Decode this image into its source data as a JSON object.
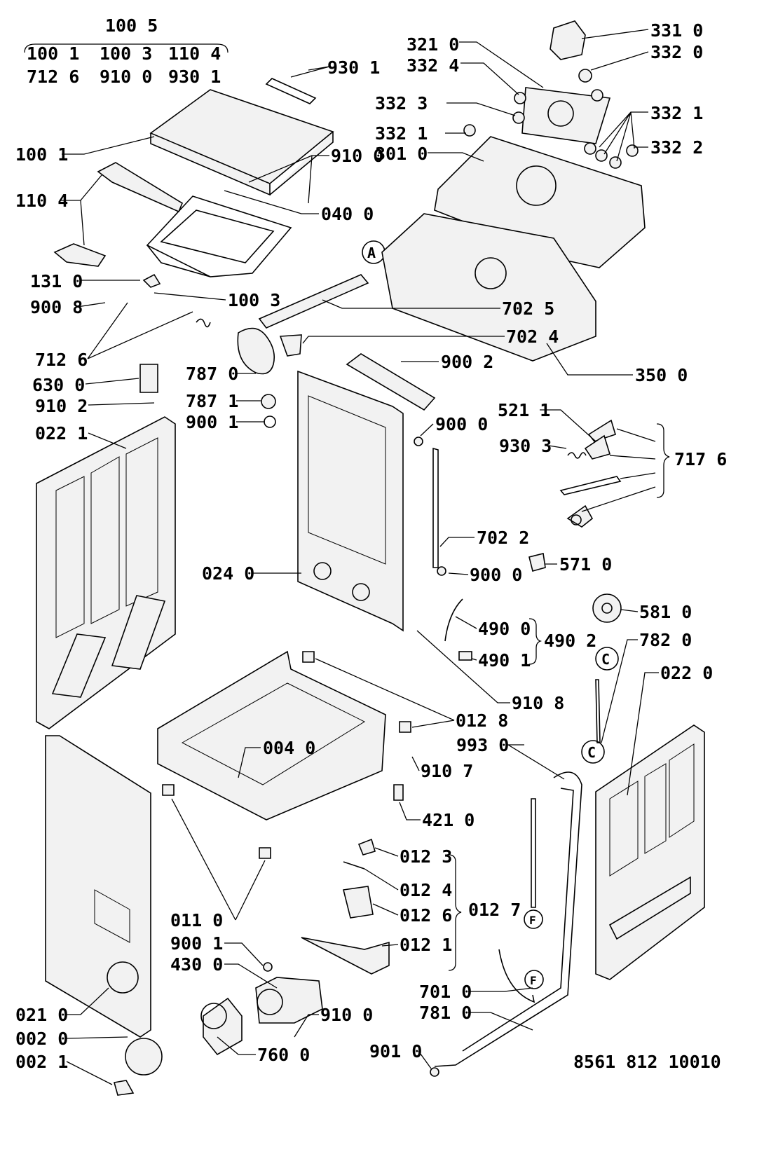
{
  "labels": {
    "kit_top": "100 5",
    "kit_r1a": "100 1",
    "kit_r1b": "100 3",
    "kit_r1c": "110 4",
    "kit_r2a": "712 6",
    "kit_r2b": "910 0",
    "kit_r2c": "930 1",
    "l9301": "930 1",
    "l3210": "321 0",
    "l3324": "332 4",
    "l3310": "331 0",
    "l3320": "332 0",
    "l3323": "332 3",
    "l3321a": "332 1",
    "l3010": "301 0",
    "l3321b": "332 1",
    "l3322": "332 2",
    "l1001": "100 1",
    "l1104": "110 4",
    "l9100a": "910 0",
    "l0400": "040 0",
    "l1310": "131 0",
    "l9008": "900 8",
    "l1003": "100 3",
    "l7025": "702 5",
    "l7024": "702 4",
    "l7126": "712 6",
    "l6300": "630 0",
    "l7870": "787 0",
    "l9002": "900 2",
    "l3500": "350 0",
    "l7871": "787 1",
    "l9102": "910 2",
    "l9001a": "900 1",
    "l0221": "022 1",
    "l9000a": "900 0",
    "l5211": "521 1",
    "l9303": "930 3",
    "l7176": "717 6",
    "l7022": "702 2",
    "l0240": "024 0",
    "l9000b": "900 0",
    "l5710": "571 0",
    "l4900": "490 0",
    "l4902": "490 2",
    "l4901": "490 1",
    "l5810": "581 0",
    "l7820": "782 0",
    "l0220": "022 0",
    "l9108": "910 8",
    "l0040": "004 0",
    "l0128": "012 8",
    "l9930": "993 0",
    "l9107": "910 7",
    "l4210": "421 0",
    "l0123": "012 3",
    "l0124": "012 4",
    "l0127": "012 7",
    "l0126": "012 6",
    "l0110": "011 0",
    "l9001b": "900 1",
    "l4300": "430 0",
    "l0121": "012 1",
    "l7010": "701 0",
    "l7810": "781 0",
    "l9100b": "910 0",
    "l0210": "021 0",
    "l0020": "002 0",
    "l0021": "002 1",
    "l7600": "760 0",
    "l9010": "901 0",
    "marker_a": "A",
    "marker_c1": "C",
    "marker_c2": "C",
    "marker_f1": "F",
    "marker_f2": "F",
    "drawing_number": "8561 812 10010"
  },
  "icons": [
    "control-knob-icon",
    "button-cap-icon",
    "pump-icon",
    "hose-icon",
    "spring-icon",
    "foot-icon"
  ]
}
